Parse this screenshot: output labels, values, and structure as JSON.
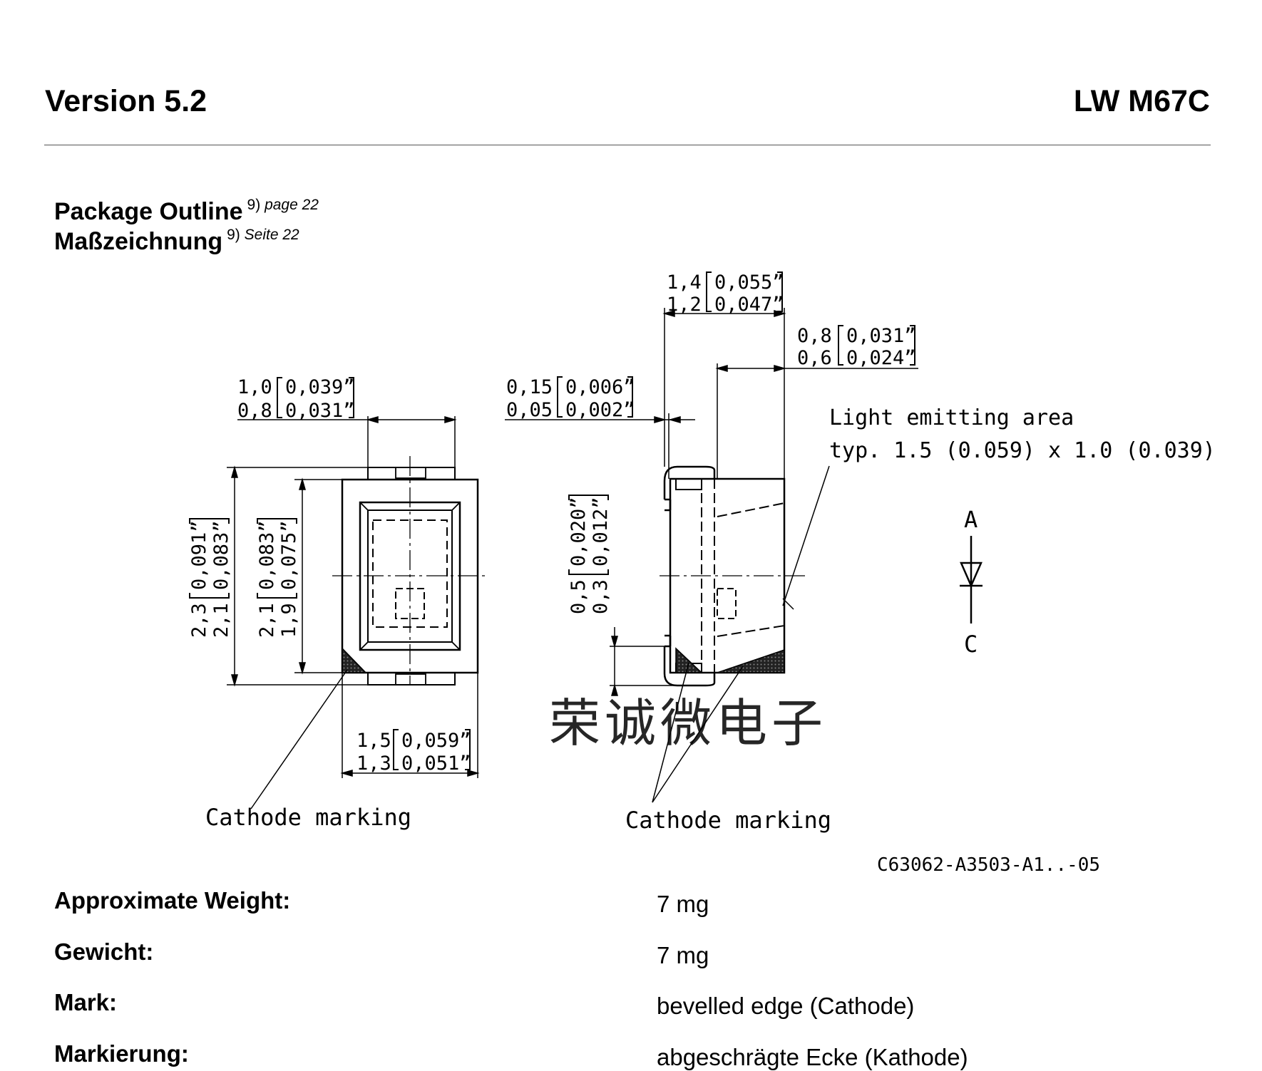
{
  "header": {
    "version": "Version 5.2",
    "part_number": "LW M67C"
  },
  "package": {
    "title_en": "Package Outline",
    "title_de": "Maßzeichnung",
    "ref_num": "9)",
    "ref_en": "page 22",
    "ref_de": "Seite 22"
  },
  "drawing": {
    "dim_width": {
      "mm_max": "1,0",
      "mm_min": "0,8",
      "in_max": "0,039”",
      "in_min": "0,031”"
    },
    "dim_bottom": {
      "mm_max": "1,5",
      "mm_min": "1,3",
      "in_max": "0,059”",
      "in_min": "0,051”"
    },
    "dim_outer_height": {
      "mm_max": "2,3",
      "mm_min": "2,1",
      "in_max": "0,091”",
      "in_min": "0,083”"
    },
    "dim_inner_height": {
      "mm_max": "2,1",
      "mm_min": "1,9",
      "in_max": "0,083”",
      "in_min": "0,075”"
    },
    "dim_total_side": {
      "mm_max": "1,4",
      "mm_min": "1,2",
      "in_max": "0,055”",
      "in_min": "0,047”"
    },
    "dim_body_side": {
      "mm_max": "0,8",
      "mm_min": "0,6",
      "in_max": "0,031”",
      "in_min": "0,024”"
    },
    "dim_lead_thickness": {
      "mm_max": "0,15",
      "mm_min": "0,05",
      "in_max": "0,006”",
      "in_min": "0,002”"
    },
    "dim_lead_height": {
      "mm_max": "0,5",
      "mm_min": "0,3",
      "in_max": "0,020”",
      "in_min": "0,012”"
    },
    "light_area_line1": "Light emitting area",
    "light_area_line2": "typ. 1.5 (0.059) x 1.0 (0.039)",
    "cathode_marking_left": "Cathode marking",
    "cathode_marking_right": "Cathode marking",
    "anode_label": "A",
    "cathode_label": "C",
    "drawing_number": "C63062-A3503-A1..-05",
    "watermark": "荣诚微电子"
  },
  "specs": {
    "weight_label_en": "Approximate Weight:",
    "weight_value_en": "7 mg",
    "weight_label_de": "Gewicht:",
    "weight_value_de": "7 mg",
    "mark_label_en": "Mark:",
    "mark_value_en": "bevelled edge (Cathode)",
    "mark_label_de": "Markierung:",
    "mark_value_de": "abgeschrägte Ecke (Kathode)"
  }
}
